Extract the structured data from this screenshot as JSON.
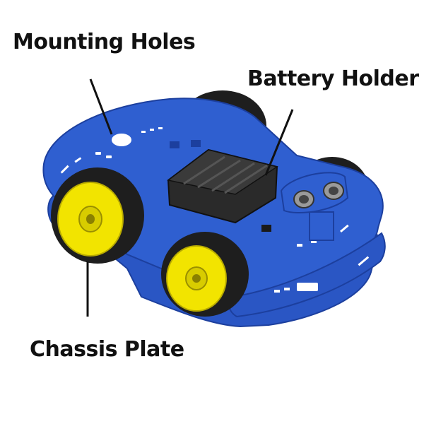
{
  "labels": {
    "mounting_holes": "Mounting Holes",
    "battery_holder": "Battery Holder",
    "chassis_plate": "Chassis Plate"
  },
  "colors": {
    "plate_blue": "#2f5fd0",
    "plate_edge": "#1c3f9e",
    "wheel_yellow": "#f2e400",
    "tire_black": "#1e1e1e",
    "leader_line": "#111111"
  },
  "icons": {
    "robot_car": "robot-car-chassis-illustration"
  }
}
